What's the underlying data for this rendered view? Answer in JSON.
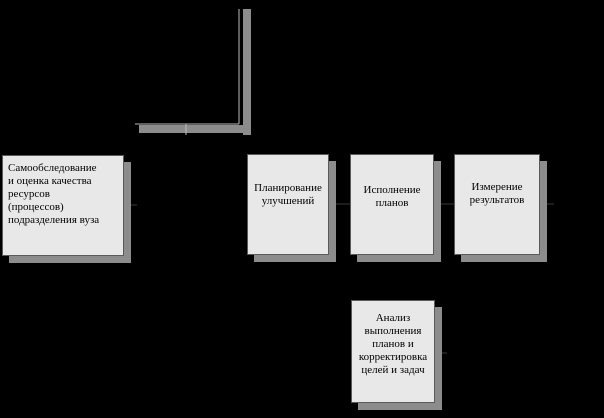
{
  "diagram": {
    "boxes": {
      "self_assessment": "Самообследование\nи оценка качества\nресурсов\n(процессов)\nподразделения вуза",
      "planning": "Планирование\nулучшений",
      "execution": "Исполнение\nпланов",
      "measurement": "Измерение\nрезультатов",
      "analysis": "Анализ\nвыполнения\nпланов и\nкорректировка\nцелей и задач"
    },
    "colors": {
      "background": "#000000",
      "box_fill": "#e8e8e8",
      "box_shadow": "#8c8c8c",
      "connector": "#8c8c8c",
      "text": "#000000"
    }
  }
}
